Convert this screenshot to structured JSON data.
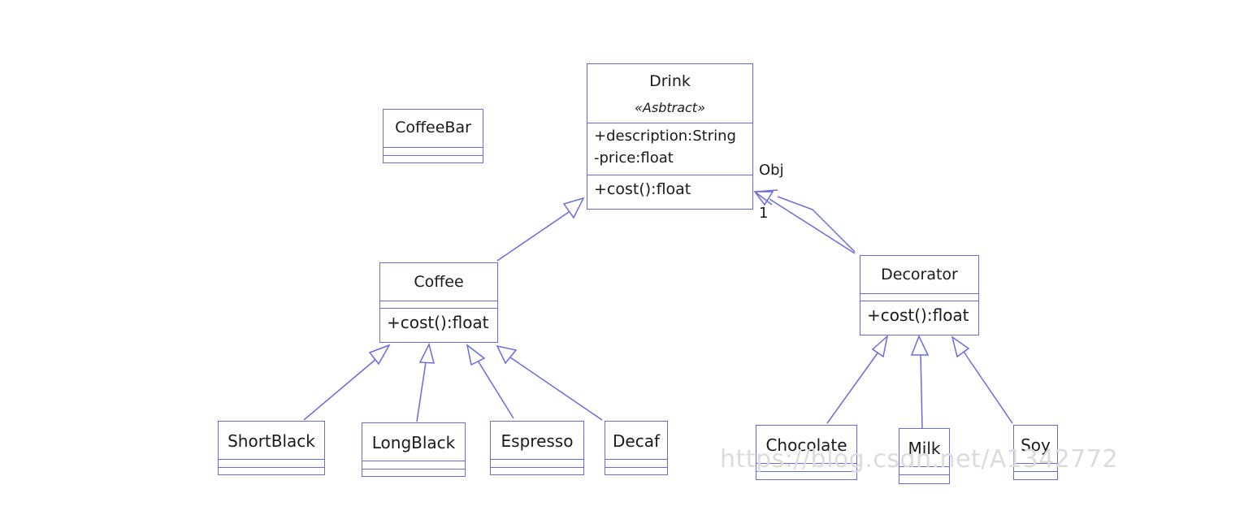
{
  "diagram": {
    "classes": {
      "drink": {
        "name": "Drink",
        "stereotype": "«Asbtract»",
        "attributes": [
          "+description:String",
          "-price:float"
        ],
        "methods": [
          "+cost():float"
        ]
      },
      "coffeebar": {
        "name": "CoffeeBar"
      },
      "coffee": {
        "name": "Coffee",
        "methods": [
          "+cost():float"
        ]
      },
      "decorator": {
        "name": "Decorator",
        "methods": [
          "+cost():float"
        ]
      },
      "shortblack": {
        "name": "ShortBlack"
      },
      "longblack": {
        "name": "LongBlack"
      },
      "espresso": {
        "name": "Espresso"
      },
      "decaf": {
        "name": "Decaf"
      },
      "chocolate": {
        "name": "Chocolate"
      },
      "milk": {
        "name": "Milk"
      },
      "soy": {
        "name": "Soy"
      }
    },
    "association": {
      "role": "Obj",
      "multiplicity": "1"
    },
    "watermark": "https://blog.csdn.net/A1342772"
  }
}
